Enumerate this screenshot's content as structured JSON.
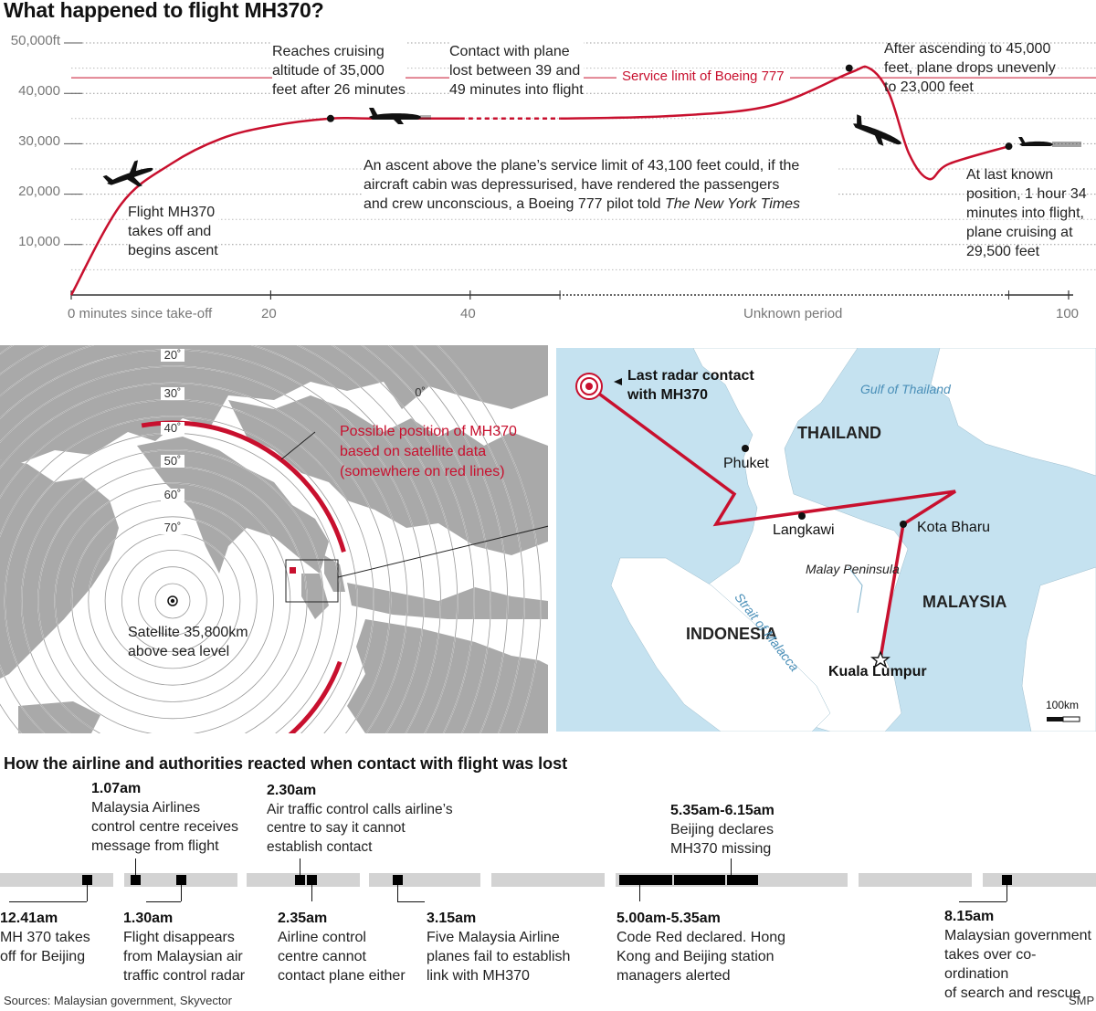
{
  "title": "What happened to flight MH370?",
  "altitude_chart": {
    "y_ticks": [
      "50,000ft",
      "40,000",
      "30,000",
      "20,000",
      "10,000"
    ],
    "x_ticks": [
      "0 minutes since take-off",
      "20",
      "40",
      "Unknown period",
      "100"
    ],
    "service_limit_label": "Service limit of Boeing 777",
    "annotations": {
      "takeoff": [
        "Flight MH370",
        "takes off and",
        "begins ascent"
      ],
      "cruising": [
        "Reaches cruising",
        "altitude of 35,000",
        "feet after 26 minutes"
      ],
      "contact_lost": [
        "Contact with plane",
        "lost between 39 and",
        "49 minutes into flight"
      ],
      "drop": [
        "After ascending to 45,000",
        "feet, plane drops unevenly",
        "to 23,000 feet"
      ],
      "last_known": [
        "At last known",
        "position, 1 hour 34",
        "minutes into flight,",
        "plane cruising at",
        "29,500 feet"
      ],
      "note_line1": "An ascent above the plane’s service limit of 43,100 feet could, if the",
      "note_line2": "aircraft cabin was depressurised, have rendered the passengers",
      "note_line3_prefix": "and crew unconscious, a Boeing 777 pilot told ",
      "note_line3_italic": "The New York Times"
    }
  },
  "chart_data": {
    "type": "line",
    "title": "What happened to flight MH370?",
    "xlabel": "minutes since take-off",
    "ylabel": "",
    "xlim": [
      0,
      100
    ],
    "ylim": [
      0,
      50000
    ],
    "service_limit_ft": 43100,
    "unknown_period_minutes": [
      49,
      94
    ],
    "series": [
      {
        "x": [
          0,
          5,
          10,
          15,
          20,
          26,
          30,
          39,
          49,
          60,
          70,
          78,
          80,
          82,
          84,
          86,
          88,
          94
        ],
        "y": [
          0,
          18000,
          26000,
          31000,
          33500,
          35000,
          35000,
          35000,
          35000,
          35500,
          37500,
          44000,
          45000,
          40000,
          28000,
          23000,
          26000,
          29500
        ]
      }
    ],
    "point_markers": [
      {
        "x": 26,
        "y": 35000
      },
      {
        "x": 78,
        "y": 45000
      },
      {
        "x": 94,
        "y": 29500
      }
    ]
  },
  "satellite_map": {
    "ring_labels": [
      "20˚",
      "30˚",
      "40˚",
      "50˚",
      "60˚",
      "70˚",
      "0˚"
    ],
    "possible_position_label": [
      "Possible position of MH370",
      "based on satellite data",
      "(somewhere on red lines)"
    ],
    "satellite_label": [
      "Satellite 35,800km",
      "above sea level"
    ]
  },
  "route_map": {
    "last_radar_label": [
      "Last radar contact",
      "with MH370"
    ],
    "places": {
      "phuket": "Phuket",
      "langkawi": "Langkawi",
      "kota_bharu": "Kota Bharu",
      "kuala_lumpur": "Kuala Lumpur"
    },
    "countries": {
      "thailand": "THAILAND",
      "malaysia": "MALAYSIA",
      "indonesia": "INDONESIA"
    },
    "water": {
      "gulf": "Gulf of Thailand",
      "strait": "Strait of Malacca",
      "peninsula": "Malay Peninsula"
    },
    "scale": "100km"
  },
  "timeline": {
    "heading": "How the airline and authorities reacted when contact with flight was lost",
    "events_above": [
      {
        "time": "1.07am",
        "lines": [
          "Malaysia Airlines",
          "control centre receives",
          "message from flight"
        ]
      },
      {
        "time": "2.30am",
        "lines": [
          "Air traffic control calls airline’s",
          "centre to say it cannot",
          "establish contact"
        ]
      },
      {
        "time": "5.35am-6.15am",
        "lines": [
          "Beijing declares",
          "MH370 missing"
        ]
      }
    ],
    "events_below": [
      {
        "time": "12.41am",
        "lines": [
          "MH 370 takes",
          "off for Beijing"
        ]
      },
      {
        "time": "1.30am",
        "lines": [
          "Flight disappears",
          "from Malaysian air",
          "traffic control radar"
        ]
      },
      {
        "time": "2.35am",
        "lines": [
          "Airline control",
          "centre cannot",
          "contact plane either"
        ]
      },
      {
        "time": "3.15am",
        "lines": [
          "Five Malaysia Airline",
          "planes fail to establish",
          "link with MH370"
        ]
      },
      {
        "time": "5.00am-5.35am",
        "lines": [
          "Code Red declared. Hong",
          "Kong and Beijing station",
          "managers alerted"
        ]
      },
      {
        "time": "8.15am",
        "lines": [
          "Malaysian government",
          "takes over co-ordination",
          "of search and rescue"
        ]
      }
    ]
  },
  "footer": {
    "sources": "Sources: Malaysian government, Skyvector",
    "credit": "SMP"
  },
  "colors": {
    "accent": "#c8102e",
    "land": "#a9a9a9",
    "sea_map": "#c5e2f0",
    "timeline_bar": "#d3d3d3"
  }
}
